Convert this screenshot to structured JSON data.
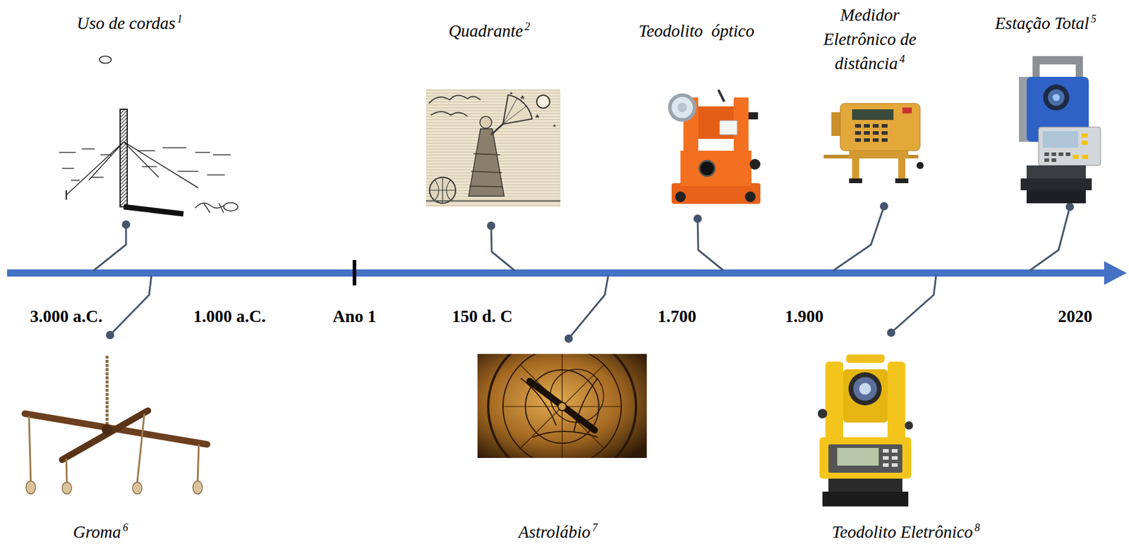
{
  "diagram": {
    "labels": [
      "Uso de cordas",
      "1",
      "Quadrante",
      "2",
      "Teodolito  óptico",
      "Medidor Eletrônico de distância",
      "4",
      "Estação Total",
      "5",
      "3.000 a.C.",
      "1.000 a.C.",
      "Ano 1",
      "150 d. C",
      "1.700",
      "1.900",
      "2020",
      "Groma",
      "6",
      "Astrolábio",
      "7",
      "Teodolito Eletrônico",
      "8"
    ]
  }
}
